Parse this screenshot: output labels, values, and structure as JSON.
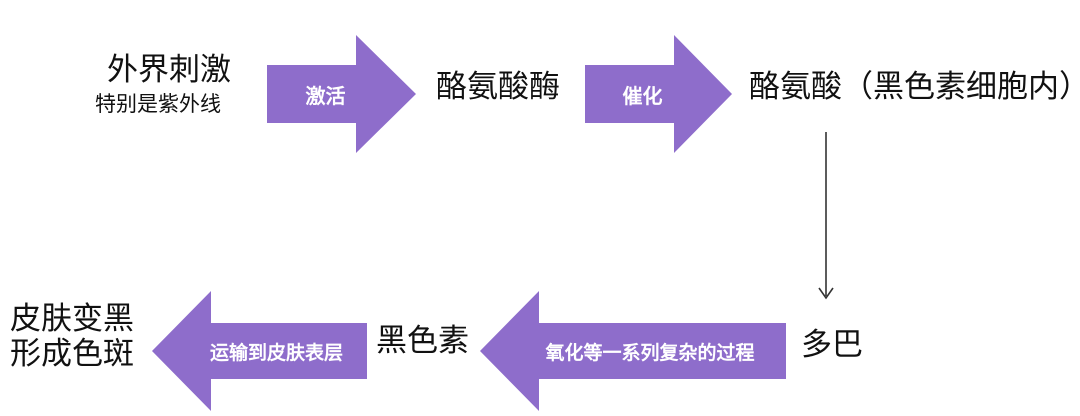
{
  "colors": {
    "arrow_fill": "#8e6dcb",
    "arrow_text": "#ffffff",
    "node_text": "#111111",
    "connector": "#333333"
  },
  "nodes": {
    "stimulus_title": "外界刺激",
    "stimulus_subtitle": "特别是紫外线",
    "tyrosinase": "酪氨酸酶",
    "tyrosine": "酪氨酸（黑色素细胞内）",
    "dopa": "多巴",
    "melanin": "黑色素",
    "outcome_line1": "皮肤变黑",
    "outcome_line2": "形成色斑"
  },
  "arrows": {
    "activate": "激活",
    "catalyze": "催化",
    "oxidize": "氧化等一系列复杂的过程",
    "transport": "运输到皮肤表层"
  }
}
